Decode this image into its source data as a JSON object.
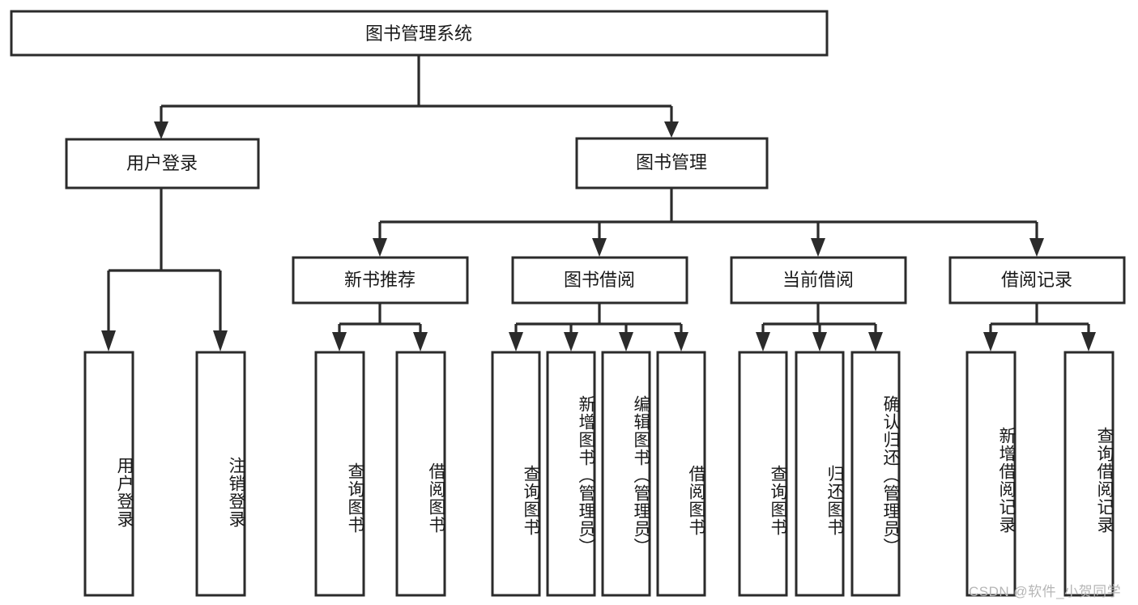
{
  "diagram": {
    "title": "图书管理系统",
    "watermark": "CSDN @软件_小贺同学",
    "colors": {
      "box_stroke": "#2b2b2b",
      "box_fill": "#ffffff",
      "text": "#1a1a1a",
      "watermark": "#b6b6b6",
      "background": "#ffffff"
    },
    "levels": {
      "root": "图书管理系统",
      "level2": [
        "用户登录",
        "图书管理"
      ],
      "level3": [
        "新书推荐",
        "图书借阅",
        "当前借阅",
        "借阅记录"
      ]
    },
    "nodes": {
      "root": {
        "label": "图书管理系统"
      },
      "user_login": {
        "label": "用户登录"
      },
      "book_manage": {
        "label": "图书管理"
      },
      "new_book_rec": {
        "label": "新书推荐"
      },
      "book_borrow": {
        "label": "图书借阅"
      },
      "current_borrow": {
        "label": "当前借阅"
      },
      "borrow_record": {
        "label": "借阅记录"
      },
      "leaf_user_login": {
        "label": "用户登录"
      },
      "leaf_logout": {
        "label": "注销登录"
      },
      "leaf_query_book_1": {
        "label": "查询图书"
      },
      "leaf_borrow_book_1": {
        "label": "借阅图书"
      },
      "leaf_query_book_2": {
        "label": "查询图书"
      },
      "leaf_add_book_admin": {
        "label": "新增图书（管理员）"
      },
      "leaf_edit_book_admin": {
        "label": "编辑图书（管理员）"
      },
      "leaf_borrow_book_2": {
        "label": "借阅图书"
      },
      "leaf_query_book_3": {
        "label": "查询图书"
      },
      "leaf_return_book": {
        "label": "归还图书"
      },
      "leaf_confirm_return_admin": {
        "label": "确认归还（管理员）"
      },
      "leaf_add_record": {
        "label": "新增借阅记录"
      },
      "leaf_query_record": {
        "label": "查询借阅记录"
      }
    },
    "tree": [
      {
        "id": "user_login",
        "label": "用户登录",
        "children": [
          "用户登录",
          "注销登录"
        ]
      },
      {
        "id": "book_manage",
        "label": "图书管理",
        "children": [
          {
            "label": "新书推荐",
            "children": [
              "查询图书",
              "借阅图书"
            ]
          },
          {
            "label": "图书借阅",
            "children": [
              "查询图书",
              "新增图书（管理员）",
              "编辑图书（管理员）",
              "借阅图书"
            ]
          },
          {
            "label": "当前借阅",
            "children": [
              "查询图书",
              "归还图书",
              "确认归还（管理员）"
            ]
          },
          {
            "label": "借阅记录",
            "children": [
              "新增借阅记录",
              "查询借阅记录"
            ]
          }
        ]
      }
    ]
  }
}
